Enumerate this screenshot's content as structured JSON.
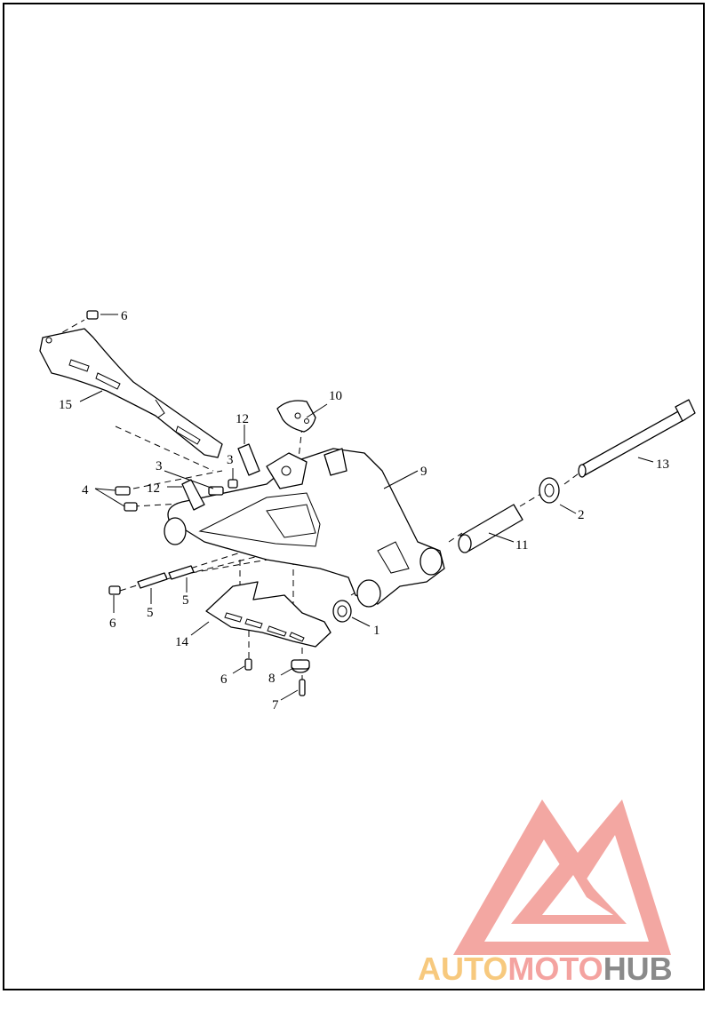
{
  "diagram": {
    "callouts": [
      {
        "id": "c6a",
        "text": "6"
      },
      {
        "id": "c15",
        "text": "15"
      },
      {
        "id": "c10",
        "text": "10"
      },
      {
        "id": "c12a",
        "text": "12"
      },
      {
        "id": "c3a",
        "text": "3"
      },
      {
        "id": "c3b",
        "text": "3"
      },
      {
        "id": "c9",
        "text": "9"
      },
      {
        "id": "c13",
        "text": "13"
      },
      {
        "id": "c4",
        "text": "4"
      },
      {
        "id": "c12b",
        "text": "12"
      },
      {
        "id": "c2",
        "text": "2"
      },
      {
        "id": "c11",
        "text": "11"
      },
      {
        "id": "c6b",
        "text": "6"
      },
      {
        "id": "c5a",
        "text": "5"
      },
      {
        "id": "c5b",
        "text": "5"
      },
      {
        "id": "c1",
        "text": "1"
      },
      {
        "id": "c14",
        "text": "14"
      },
      {
        "id": "c6c",
        "text": "6"
      },
      {
        "id": "c8",
        "text": "8"
      },
      {
        "id": "c7",
        "text": "7"
      }
    ]
  },
  "watermark": {
    "part1": "AUTO",
    "part2": "MOTO",
    "part3": "HUB",
    "colors": {
      "auto": "#f7c97e",
      "moto": "#f4a3a0",
      "hub": "#8a8a8a",
      "logo": "#f08a84"
    }
  }
}
